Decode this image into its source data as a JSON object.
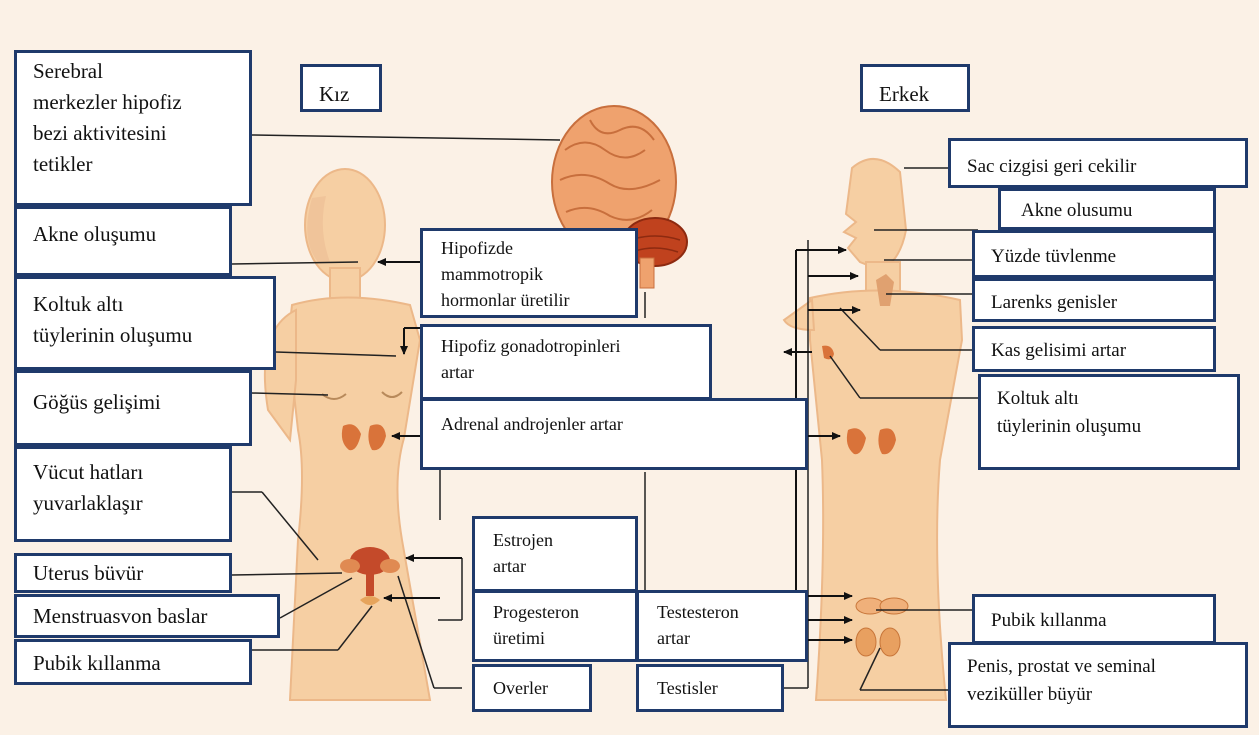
{
  "diagram": {
    "headings": {
      "girl": "Kız",
      "boy": "Erkek"
    },
    "left_labels": {
      "cerebral": [
        "Serebral",
        "merkezler hipofiz",
        "bezi aktivitesini",
        "tetikler"
      ],
      "acne": "Akne oluşumu",
      "axillary_hair": [
        "Koltuk altı",
        "tüylerinin oluşumu"
      ],
      "breast": "Göğüs gelişimi",
      "body_contours": [
        "Vücut hatları",
        "yuvarlaklaşır"
      ],
      "uterus": "Uterus büvür",
      "menstruation": "Menstruasvon baslar",
      "pubic_hair": "Pubik kıllanma"
    },
    "center_labels": {
      "mammotropic": [
        "Hipofizde",
        "mammotropik",
        "hormonlar üretilir"
      ],
      "gonadotropins": [
        "Hipofiz gonadotropinleri",
        "artar"
      ],
      "adrenal": "Adrenal androjenler artar",
      "estrogen": [
        "Estrojen",
        "artar"
      ],
      "progesterone": [
        "Progesteron",
        "üretimi"
      ],
      "testosterone": [
        "Testesteron",
        "artar"
      ],
      "ovaries": "Overler",
      "testes": "Testisler"
    },
    "right_labels": {
      "hairline": "Sac cizgisi geri cekilir",
      "acne": "Akne olusumu",
      "facial_hair": "Yüzde tüvlenme",
      "larynx": "Larenks genisler",
      "muscle": "Kas gelisimi artar",
      "axillary_hair": [
        "Koltuk altı",
        "tüylerinin oluşumu"
      ],
      "pubic_hair": "Pubik kıllanma",
      "genitals": [
        "Penis, prostat ve seminal",
        "veziküller büyür"
      ]
    }
  },
  "colors": {
    "background": "#fbf1e6",
    "skin": "#f6cfa3",
    "organ": "#d9733a",
    "brain": "#efa26e",
    "cerebellum": "#c0421e",
    "box_border": "#1f3a6b",
    "line": "#222222"
  }
}
